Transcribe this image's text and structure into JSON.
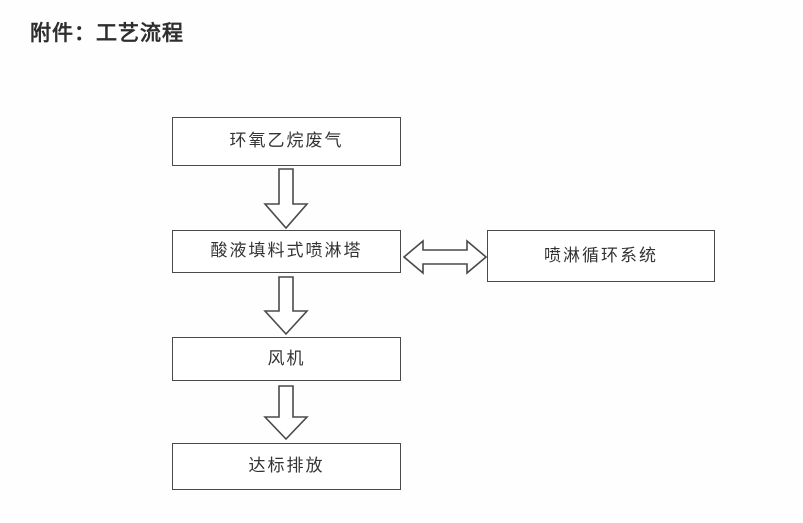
{
  "document": {
    "title": "附件：工艺流程",
    "background_color": "#fefefe",
    "ink_color": "#4a4a4a"
  },
  "diagram": {
    "type": "flowchart",
    "orientation": "top-to-bottom",
    "nodes": [
      {
        "id": "waste-gas",
        "label": "环氧乙烷废气",
        "shape": "rectangle"
      },
      {
        "id": "spray-tower",
        "label": "酸液填料式喷淋塔",
        "shape": "rectangle"
      },
      {
        "id": "fan",
        "label": "风机",
        "shape": "rectangle"
      },
      {
        "id": "discharge",
        "label": "达标排放",
        "shape": "rectangle"
      },
      {
        "id": "circulation",
        "label": "喷淋循环系统",
        "shape": "rectangle"
      }
    ],
    "connectors": [
      {
        "id": "gas-to-tower",
        "from": "waste-gas",
        "to": "spray-tower",
        "style": "hollow-block-arrow",
        "direction": "down"
      },
      {
        "id": "tower-to-fan",
        "from": "spray-tower",
        "to": "fan",
        "style": "hollow-block-arrow",
        "direction": "down"
      },
      {
        "id": "fan-to-out",
        "from": "fan",
        "to": "discharge",
        "style": "hollow-block-arrow",
        "direction": "down"
      },
      {
        "id": "tower-circ",
        "from": "spray-tower",
        "to": "circulation",
        "style": "hollow-block-arrow",
        "direction": "bidirectional"
      }
    ]
  }
}
